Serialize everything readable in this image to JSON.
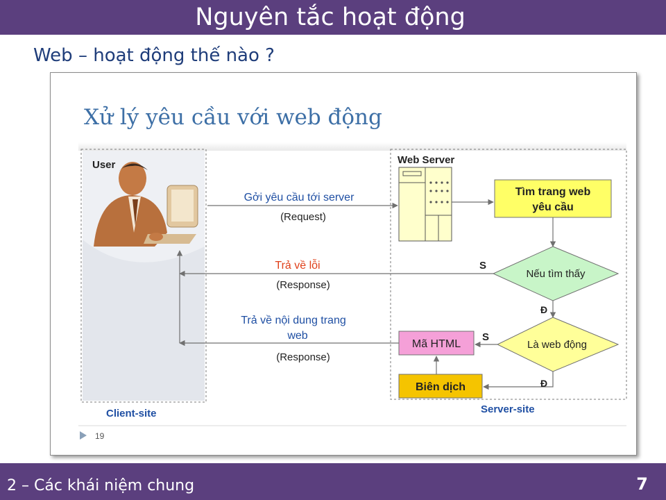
{
  "slide": {
    "title": "Nguyên tắc hoạt động",
    "subtitle": "Web – hoạt động thế nào ?",
    "footer": "2 – Các khái niệm chung",
    "page_number": "7"
  },
  "figure": {
    "title": "Xử lý yêu cầu với web động",
    "page_marker": "19",
    "user_label": "User",
    "client_site_label": "Client-site",
    "server_site_label": "Server-site",
    "web_server_label": "Web Server",
    "request_label": "Gởi yêu cầu tới server",
    "request_sub": "(Request)",
    "error_label": "Trả về lỗi",
    "error_sub": "(Response)",
    "content_label_1": "Trả về nội dung trang",
    "content_label_2": "web",
    "content_sub": "(Response)",
    "find_page_1": "Tìm trang web",
    "find_page_2": "yêu cầu",
    "if_found": "Nếu tìm thấy",
    "is_dynamic": "Là web động",
    "html_code": "Mã HTML",
    "compile": "Biên dịch",
    "s_label_1": "S",
    "s_label_2": "S",
    "d_label_1": "Đ",
    "d_label_2": "Đ"
  },
  "colors": {
    "bar": "#5b3f7e",
    "subtitle": "#1f3d7a",
    "figure_title": "#3d6fa6",
    "diagram_text": "#1f4fa3",
    "error_text": "#e0401a",
    "find_box": "#ffff66",
    "decision": "#c8f5c8",
    "dynamic_decision": "#ffff99",
    "html_box": "#f5a0d8",
    "compile_box": "#f5c400"
  }
}
